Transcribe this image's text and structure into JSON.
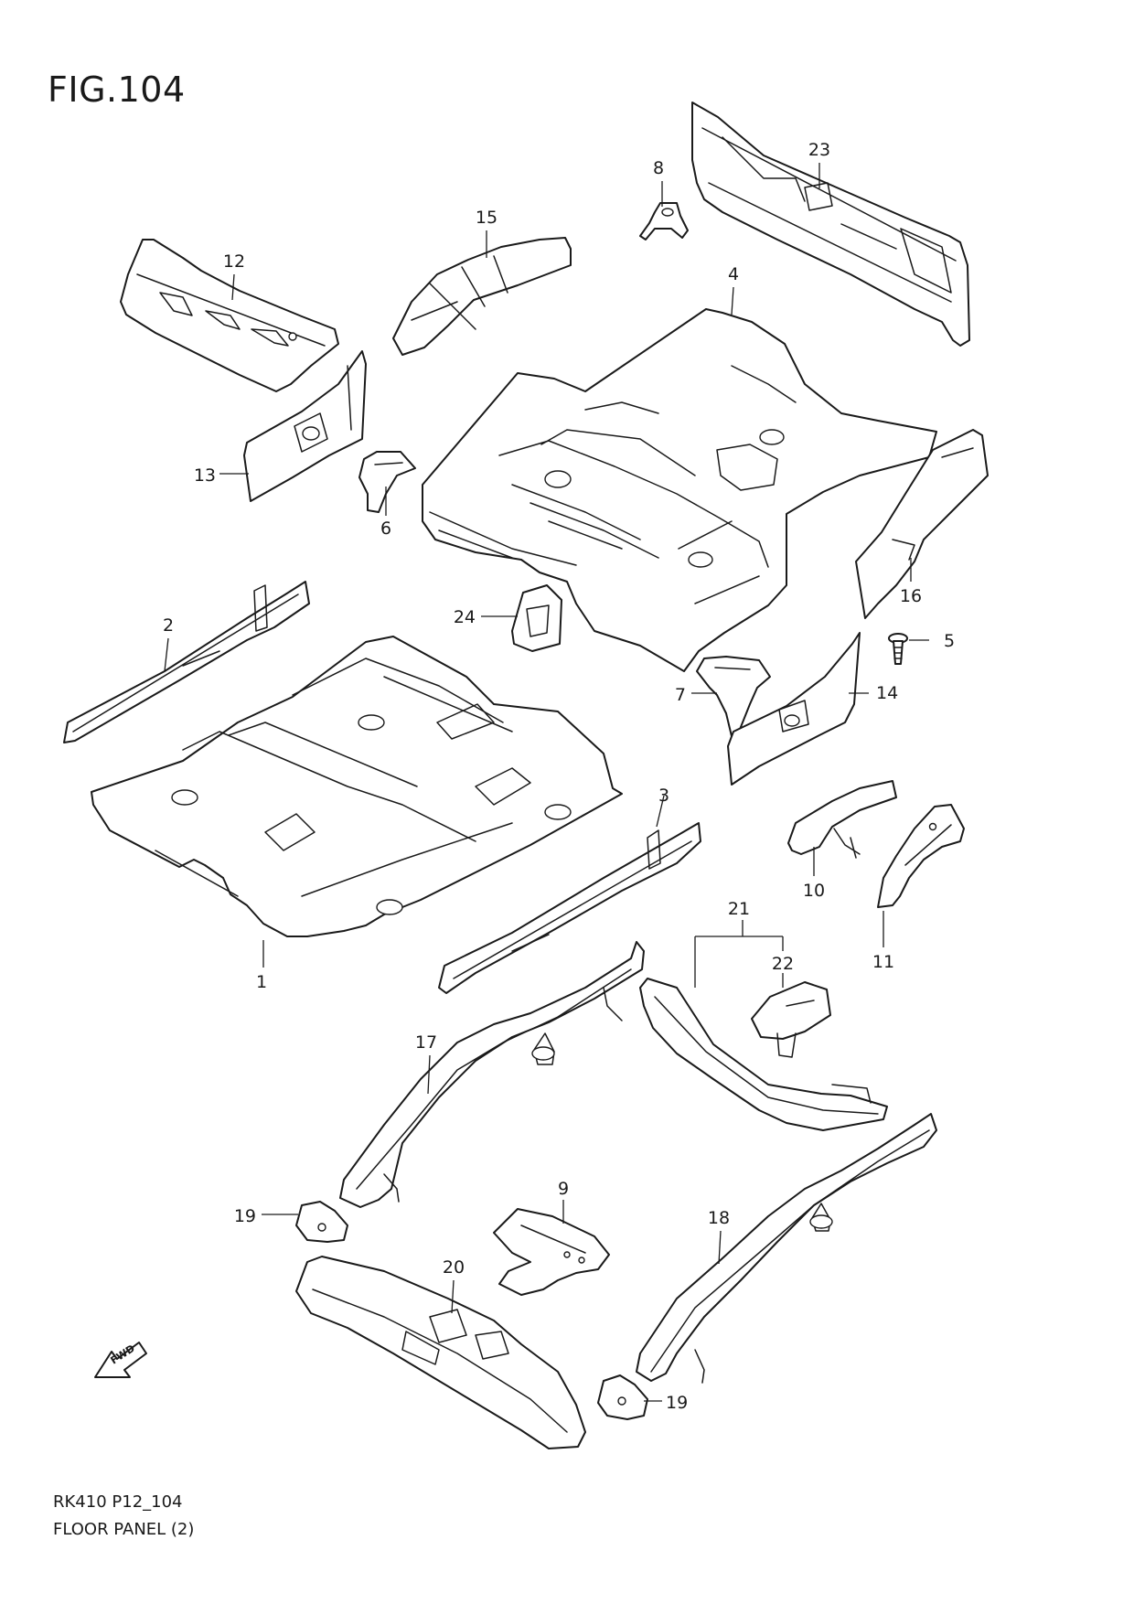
{
  "figure": {
    "title": "FIG.104",
    "code": "RK410 P12_104",
    "name": "FLOOR PANEL (2)"
  },
  "fwd_arrow": {
    "label": "FWD",
    "icon": "fwd-arrow-icon"
  },
  "callouts": {
    "c1": "1",
    "c2": "2",
    "c3": "3",
    "c4": "4",
    "c5": "5",
    "c6": "6",
    "c7": "7",
    "c8": "8",
    "c9": "9",
    "c10": "10",
    "c11": "11",
    "c12": "12",
    "c13": "13",
    "c14": "14",
    "c15": "15",
    "c16": "16",
    "c17": "17",
    "c18": "18",
    "c19a": "19",
    "c19b": "19",
    "c20": "20",
    "c21": "21",
    "c22": "22",
    "c23": "23",
    "c24": "24"
  }
}
